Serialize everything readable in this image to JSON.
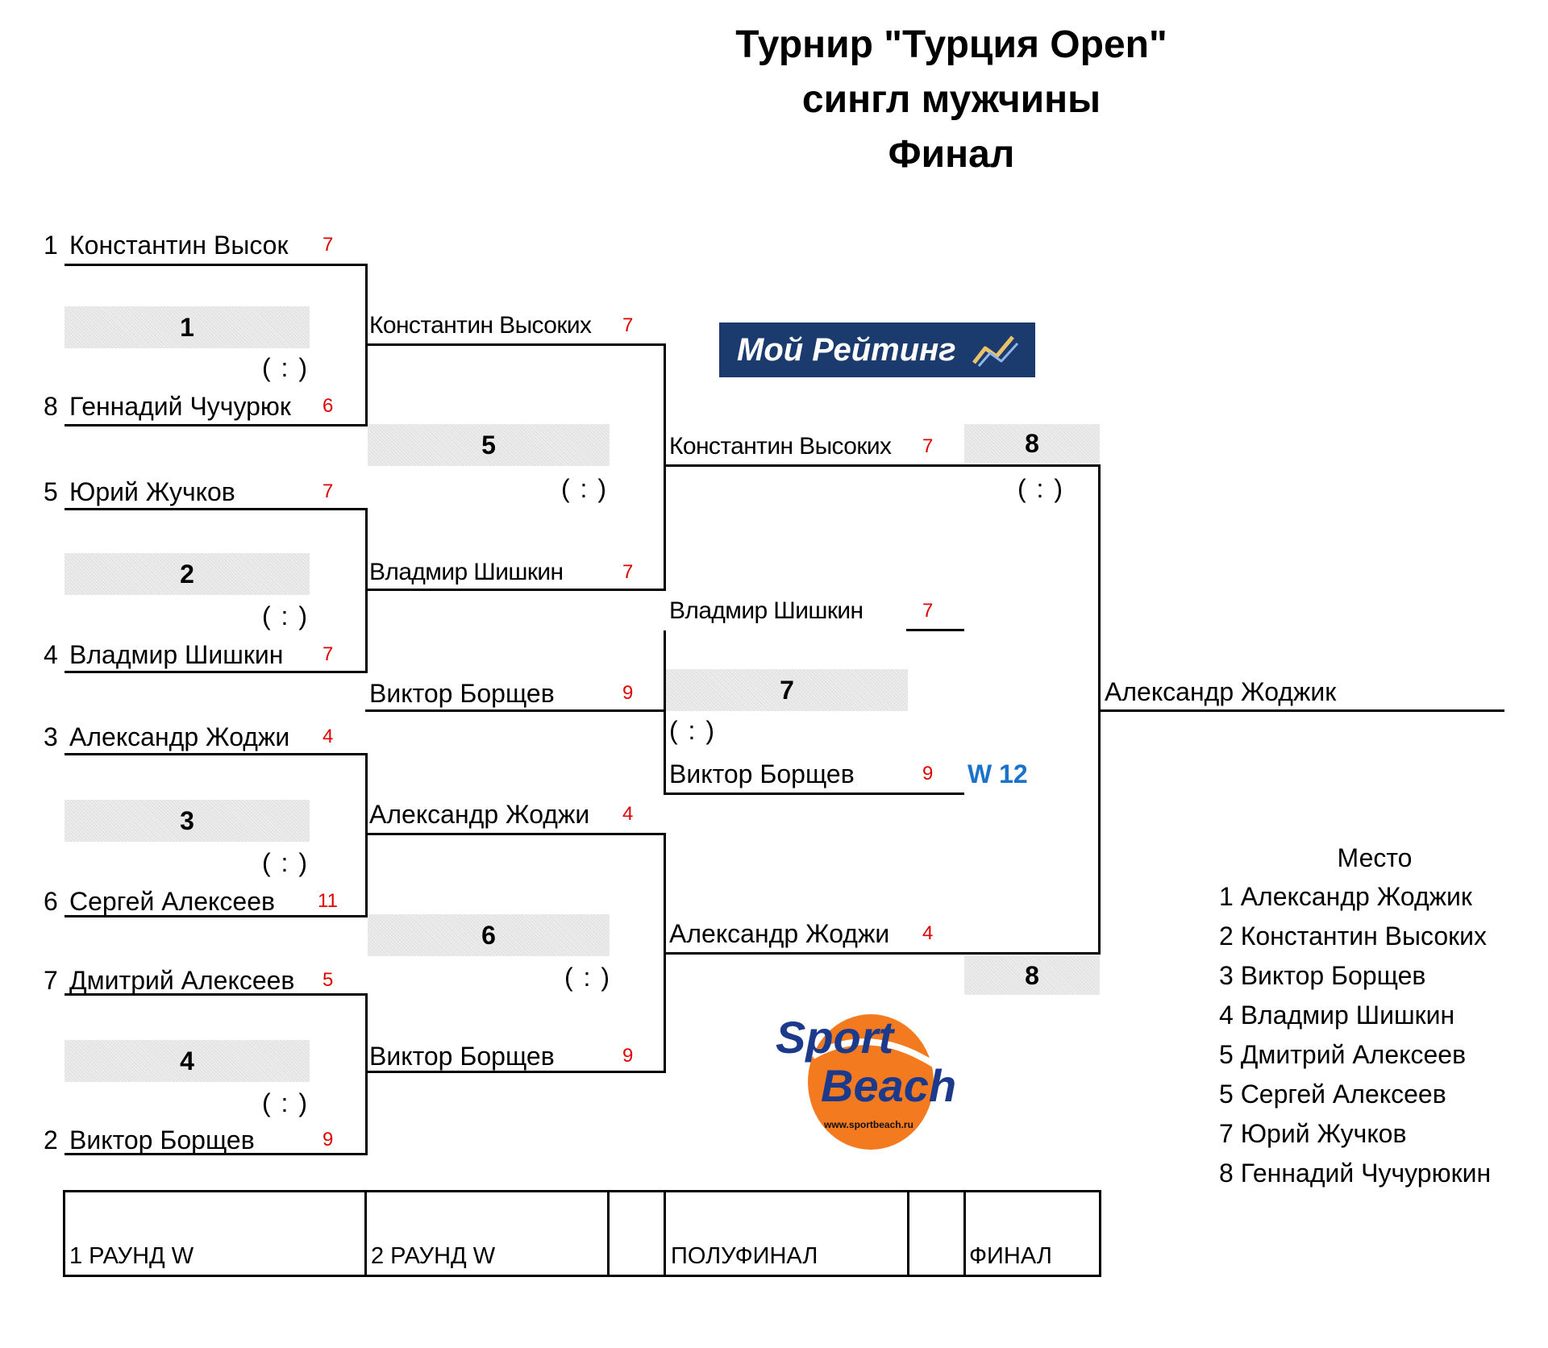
{
  "title": {
    "line1": "Турнир \"Турция Open\"",
    "line2": "сингл мужчины",
    "line3": "Финал"
  },
  "round1": {
    "match1": {
      "number": "1",
      "score_placeholder": "( : )",
      "top": {
        "seed": "1",
        "name": "Константин Высок",
        "score": "7"
      },
      "bottom": {
        "seed": "8",
        "name": "Геннадий Чучурюк",
        "score": "6"
      }
    },
    "match2": {
      "number": "2",
      "score_placeholder": "( : )",
      "top": {
        "seed": "5",
        "name": "Юрий Жучков",
        "score": "7"
      },
      "bottom": {
        "seed": "4",
        "name": "Владмир Шишкин",
        "score": "7"
      }
    },
    "match3": {
      "number": "3",
      "score_placeholder": "( : )",
      "top": {
        "seed": "3",
        "name": "Александр Жоджи",
        "score": "4"
      },
      "bottom": {
        "seed": "6",
        "name": "Сергей Алексеев",
        "score": "11"
      }
    },
    "match4": {
      "number": "4",
      "score_placeholder": "( : )",
      "top": {
        "seed": "7",
        "name": "Дмитрий Алексеев",
        "score": "5"
      },
      "bottom": {
        "seed": "2",
        "name": "Виктор Борщев",
        "score": "9"
      }
    }
  },
  "round2": {
    "match5": {
      "number": "5",
      "score_placeholder": "( : )",
      "top": {
        "name": "Константин Высоких",
        "score": "7"
      },
      "bottom": {
        "name": "Владмир Шишкин",
        "score": "7"
      }
    },
    "match6": {
      "number": "6",
      "score_placeholder": "( : )",
      "top": {
        "name": "Александр Жоджи",
        "score": "4"
      },
      "bottom": {
        "name": "Виктор Борщев",
        "score": "9"
      }
    },
    "loser_entry": {
      "name": "Виктор Борщев",
      "score": "9"
    }
  },
  "semifinal": {
    "top": {
      "name": "Константин Высоких",
      "score": "7"
    },
    "bottom": {
      "name": "Александр Жоджи",
      "score": "4"
    },
    "match7": {
      "number": "7",
      "score_placeholder": "( : )",
      "top": {
        "name": "Владмир Шишкин",
        "score": "7"
      },
      "bottom": {
        "name": "Виктор Борщев",
        "score": "9"
      },
      "winner_ref": "W 12"
    }
  },
  "final": {
    "number_top": "8",
    "number_bottom": "8",
    "score_placeholder": "( : )",
    "winner": "Александр Жоджик"
  },
  "places": {
    "header": "Место",
    "list": [
      {
        "place": "1",
        "name": "Александр Жоджик"
      },
      {
        "place": "2",
        "name": "Константин Высоких"
      },
      {
        "place": "3",
        "name": "Виктор Борщев"
      },
      {
        "place": "4",
        "name": "Владмир Шишкин"
      },
      {
        "place": "5",
        "name": "Дмитрий Алексеев"
      },
      {
        "place": "5",
        "name": "Сергей Алексеев"
      },
      {
        "place": "7",
        "name": "Юрий Жучков"
      },
      {
        "place": "8",
        "name": "Геннадий Чучурюкин"
      }
    ]
  },
  "logos": {
    "moi_reiting": "Мой Рейтинг",
    "sport": "Sport",
    "beach": "Beach",
    "site": "www.sportbeach.ru"
  },
  "footer": {
    "round1": "1 РАУНД W",
    "round2": "2 РАУНД W",
    "semifinal": "ПОЛУФИНАЛ",
    "final": "ФИНАЛ"
  },
  "colors": {
    "score": "#e00000",
    "winner_ref": "#1a73c8",
    "logo_bg": "#1b3b6f",
    "logo_orange": "#f47a20",
    "logo_blue": "#1b3a8c"
  }
}
